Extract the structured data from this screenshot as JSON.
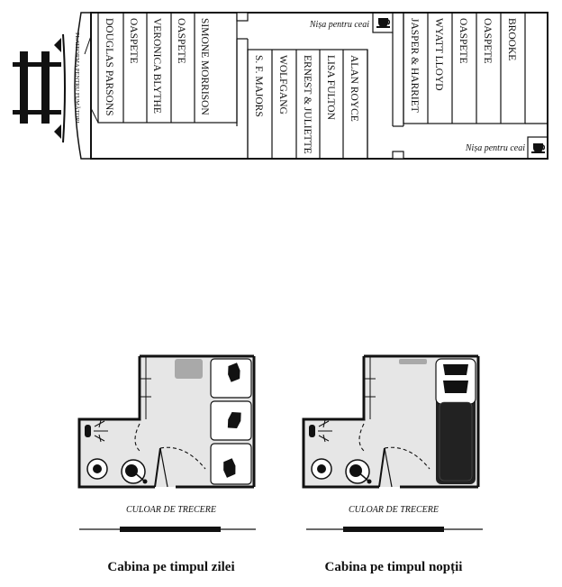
{
  "train": {
    "platform_label": "PLATFORMA PENTRU FUMĂTORI",
    "tea_nook_top": "Nișa pentru ceai",
    "tea_nook_bottom": "Nișa pentru ceai",
    "car1": [
      "DOUGLAS PARSONS",
      "OASPETE",
      "VERONICA BLYTHE",
      "OASPETE",
      "SIMONE MORRISON"
    ],
    "car2": [
      "S. F. MAJORS",
      "WOLFGANG",
      "ERNEST & JULIETTE",
      "LISA FULTON",
      "ALAN ROYCE"
    ],
    "car3": [
      "JASPER & HARRIET",
      "WYATT LLOYD",
      "OASPETE",
      "OASPETE",
      "BROOKE"
    ]
  },
  "cabins": {
    "day": {
      "corridor": "CULOAR DE TRECERE",
      "caption": "Cabina pe timpul zilei"
    },
    "night": {
      "corridor": "CULOAR DE TRECERE",
      "caption": "Cabina pe timpul nopții"
    }
  }
}
